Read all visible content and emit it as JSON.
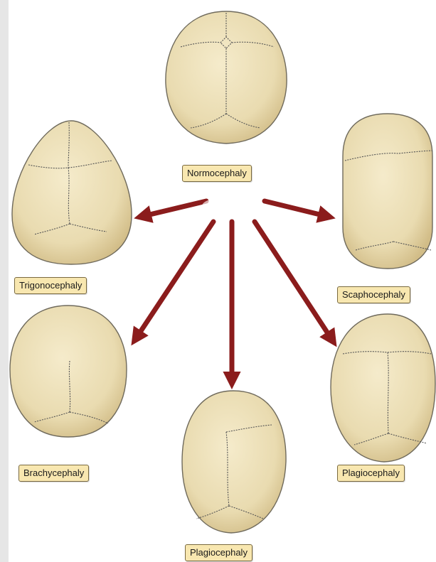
{
  "colors": {
    "page_border": "#e6e6e6",
    "panel": "#ffffff",
    "skull_fill": "#efe2b9",
    "skull_shade": "#d6c290",
    "skull_outline": "#6f6a5c",
    "suture": "#555555",
    "arrow": "#8b1c1c",
    "label_fill": "#f8e7b0",
    "label_border": "#7a6a40"
  },
  "skulls": [
    {
      "name": "normocephaly",
      "label": "Normocephaly"
    },
    {
      "name": "trigonocephaly",
      "label": "Trigonocephaly"
    },
    {
      "name": "scaphocephaly",
      "label": "Scaphocephaly"
    },
    {
      "name": "brachycephaly",
      "label": "Brachycephaly"
    },
    {
      "name": "plagiocephaly-center",
      "label": "Plagiocephaly"
    },
    {
      "name": "plagiocephaly-right",
      "label": "Plagiocephaly"
    }
  ]
}
